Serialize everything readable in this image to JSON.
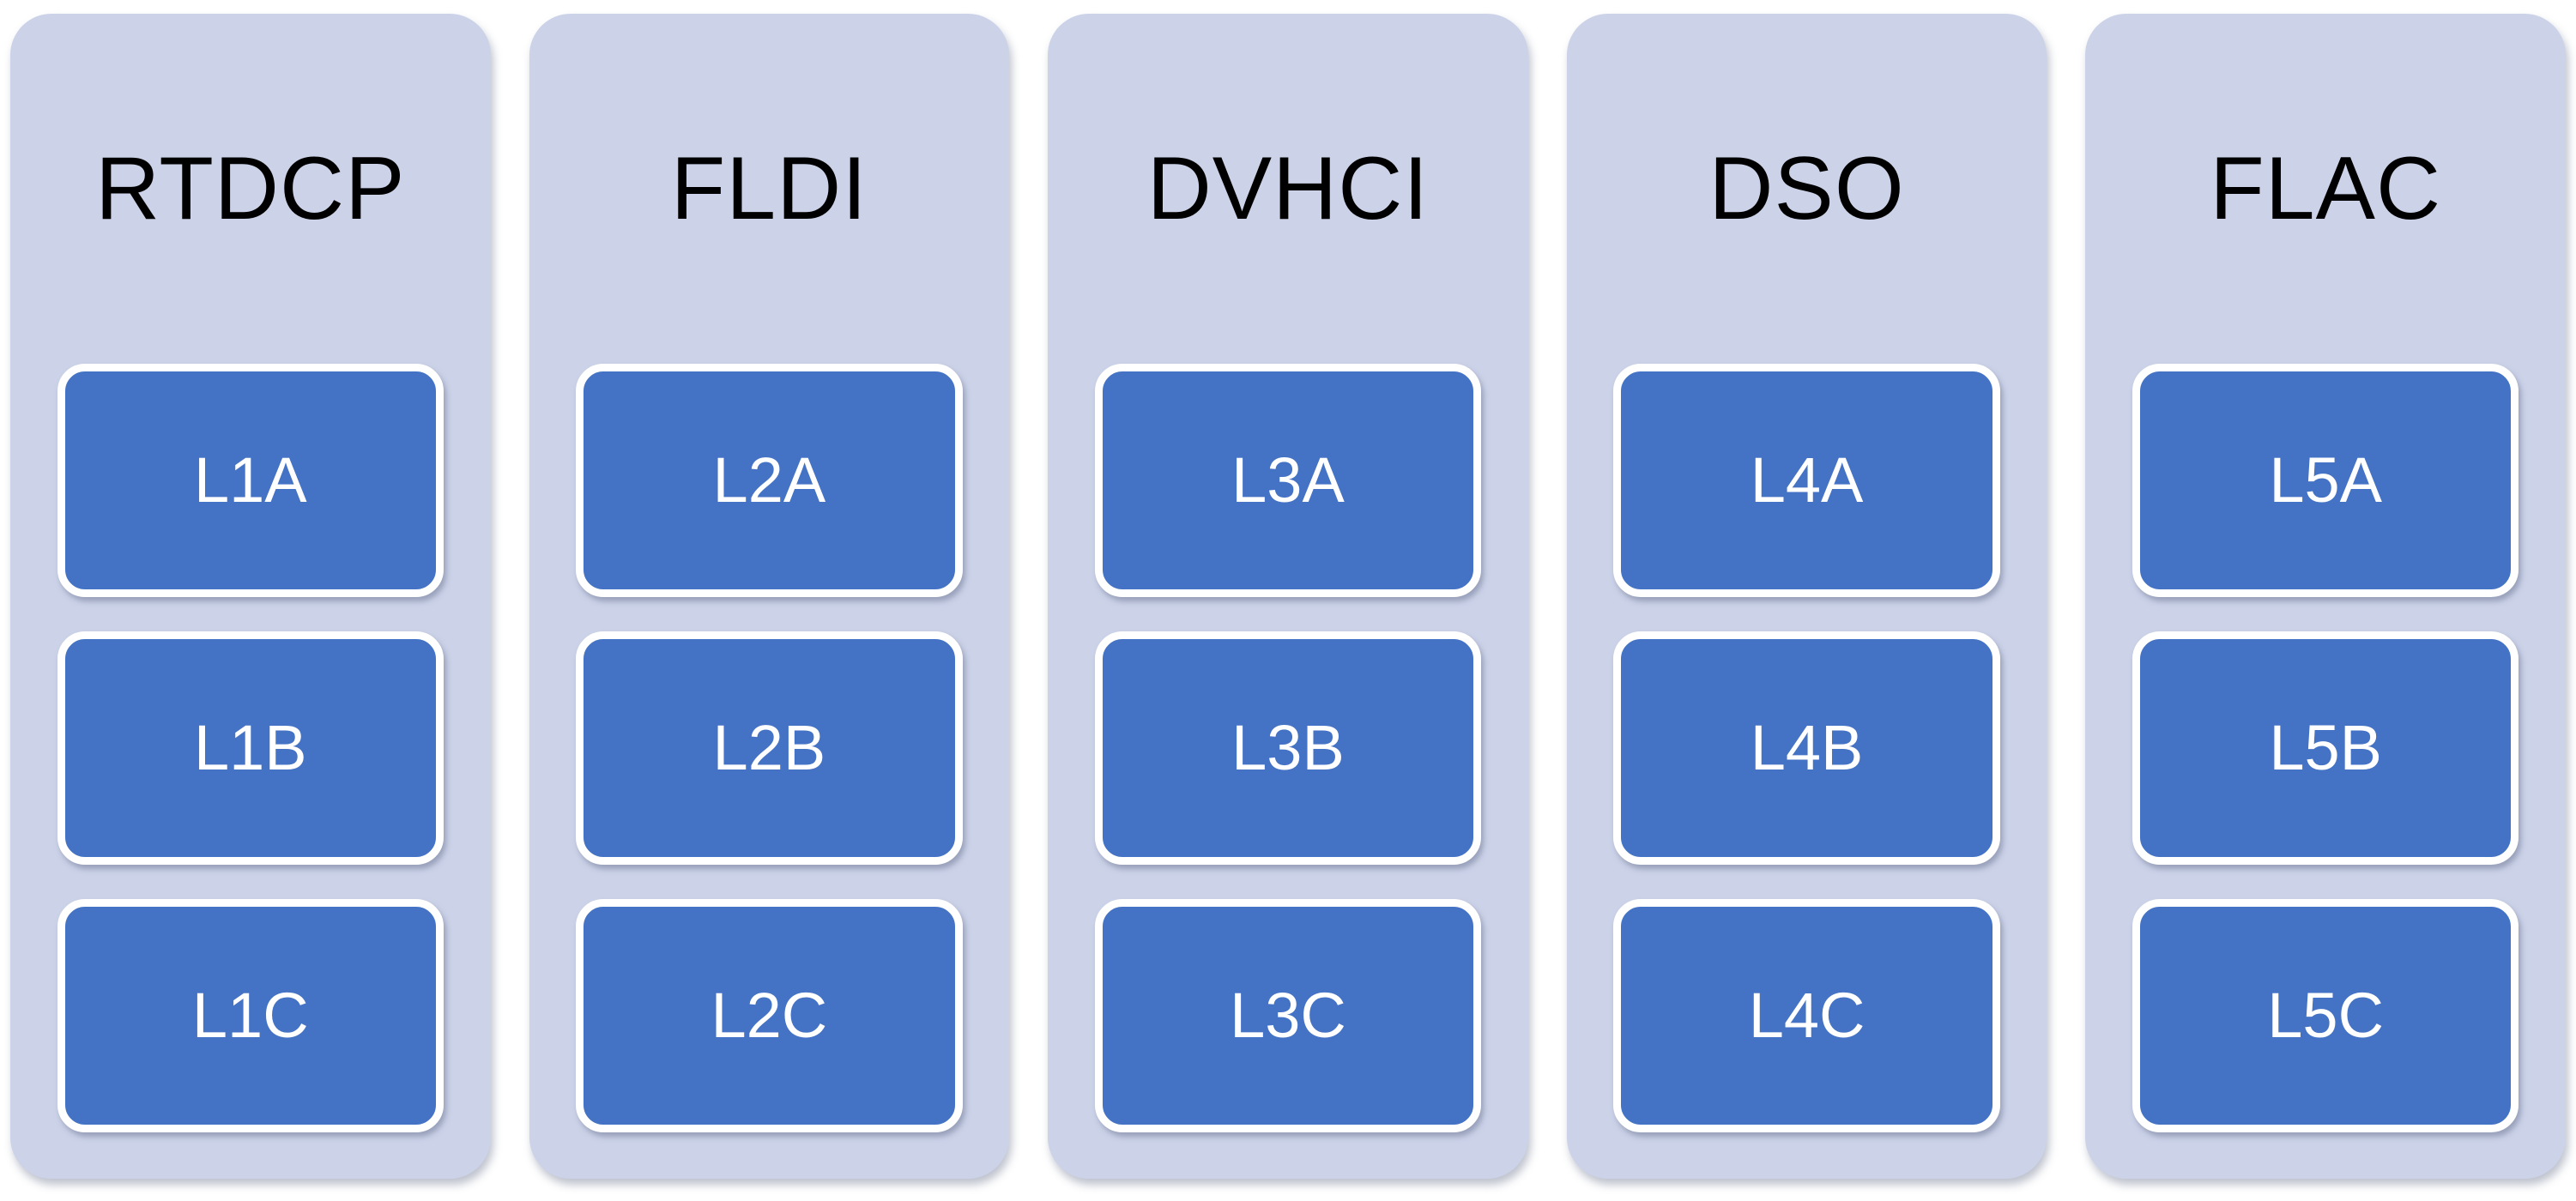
{
  "diagram": {
    "type": "smartart-column-list",
    "columns": [
      {
        "title": "RTDCP",
        "boxes": [
          "L1A",
          "L1B",
          "L1C"
        ]
      },
      {
        "title": "FLDI",
        "boxes": [
          "L2A",
          "L2B",
          "L2C"
        ]
      },
      {
        "title": "DVHCI",
        "boxes": [
          "L3A",
          "L3B",
          "L3C"
        ]
      },
      {
        "title": "DSO",
        "boxes": [
          "L4A",
          "L4B",
          "L4C"
        ]
      },
      {
        "title": "FLAC",
        "boxes": [
          "L5A",
          "L5B",
          "L5C"
        ]
      }
    ]
  },
  "colors": {
    "page_bg": "#ffffff",
    "column_bg": "#ccd3e9",
    "box_bg": "#4472c4",
    "box_border": "#ffffff",
    "title_text": "#000000",
    "box_text": "#ffffff"
  }
}
